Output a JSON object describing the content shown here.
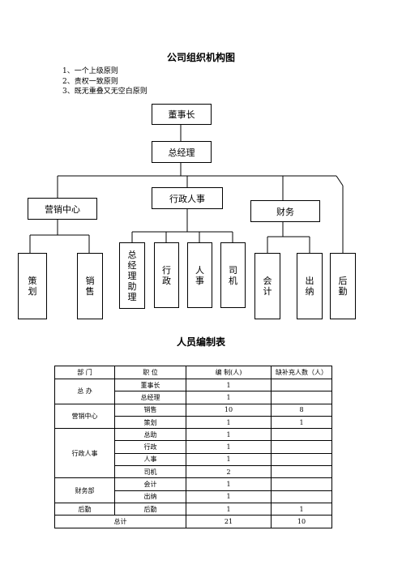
{
  "title": "公司组织机构图",
  "principles": [
    "1、一个上级原则",
    "2、责权一致原则",
    "3、既无重叠又无空白原则"
  ],
  "org": {
    "chairman": "董事长",
    "gm": "总经理",
    "marketing": "营销中心",
    "admin": "行政人事",
    "finance": "财务",
    "planning": "策划",
    "sales": "销售",
    "gm_assistant": "总经理助理",
    "administration": "行政",
    "hr": "人事",
    "driver": "司机",
    "accounting": "会计",
    "cashier": "出纳",
    "logistics": "后勤"
  },
  "table": {
    "title": "人员编制表",
    "headers": [
      "部 门",
      "职 位",
      "编 制(人)",
      "缺补充人数（人）"
    ],
    "groups": [
      {
        "dept": "总 办",
        "rows": [
          [
            "董事长",
            "1",
            ""
          ],
          [
            "总经理",
            "1",
            ""
          ]
        ]
      },
      {
        "dept": "营销中心",
        "rows": [
          [
            "销售",
            "10",
            "8"
          ],
          [
            "策划",
            "1",
            "1"
          ]
        ]
      },
      {
        "dept": "行政人事",
        "rows": [
          [
            "总助",
            "1",
            ""
          ],
          [
            "行政",
            "1",
            ""
          ],
          [
            "人事",
            "1",
            ""
          ],
          [
            "司机",
            "2",
            ""
          ]
        ]
      },
      {
        "dept": "财务部",
        "rows": [
          [
            "会计",
            "1",
            ""
          ],
          [
            "出纳",
            "1",
            ""
          ]
        ]
      },
      {
        "dept": "后勤",
        "rows": [
          [
            "后勤",
            "1",
            "1"
          ]
        ]
      }
    ],
    "total": {
      "label": "总计",
      "count": "21",
      "missing": "10"
    }
  }
}
